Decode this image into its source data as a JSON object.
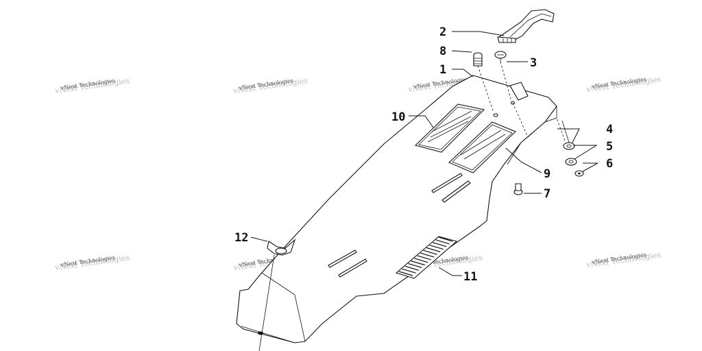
{
  "diagram": {
    "callouts": [
      {
        "id": "1",
        "label": "1"
      },
      {
        "id": "2",
        "label": "2"
      },
      {
        "id": "3",
        "label": "3"
      },
      {
        "id": "4",
        "label": "4"
      },
      {
        "id": "5",
        "label": "5"
      },
      {
        "id": "6",
        "label": "6"
      },
      {
        "id": "7",
        "label": "7"
      },
      {
        "id": "8",
        "label": "8"
      },
      {
        "id": "9",
        "label": "9"
      },
      {
        "id": "10",
        "label": "10"
      },
      {
        "id": "11",
        "label": "11"
      },
      {
        "id": "12",
        "label": "12"
      }
    ],
    "watermark": "vNext Technologies"
  }
}
